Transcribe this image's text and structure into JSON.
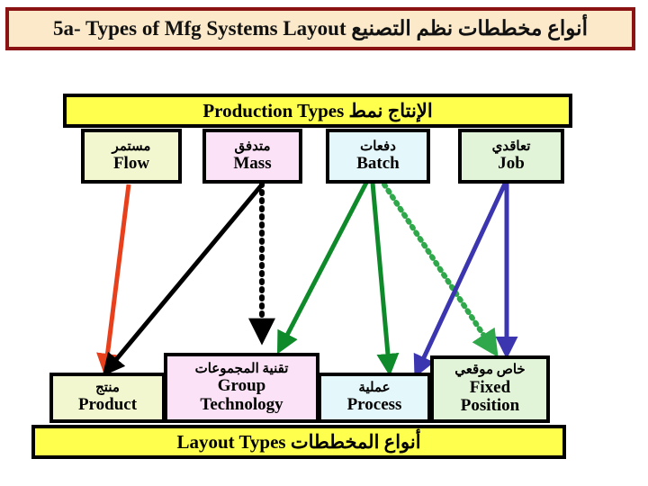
{
  "title": {
    "text": "5a- Types of Mfg Systems Layout أنواع مخططات نظم التصنيع",
    "background": "#fbe9ca",
    "border_color": "#8b1212"
  },
  "header_bar": {
    "text": "Production Types  الإنتاج    نمط",
    "background": "#ffff4d"
  },
  "footer_bar": {
    "text": "Layout Types أنواع المخططات",
    "background": "#ffff4d"
  },
  "production_types": [
    {
      "arabic": "مستمر",
      "english": "Flow",
      "color": "#f2f7d0"
    },
    {
      "arabic": "متدفق",
      "english": "Mass",
      "color": "#fbe2f6"
    },
    {
      "arabic": "دفعات",
      "english": "Batch",
      "color": "#e4f7fa"
    },
    {
      "arabic": "تعاقدي",
      "english": "Job",
      "color": "#e2f4d8"
    }
  ],
  "layout_types": [
    {
      "arabic": "منتج",
      "english": "Product",
      "color": "#f2f7d0"
    },
    {
      "arabic": "تقنية المجموعات",
      "english": "Group Technology",
      "color": "#fbe2f6"
    },
    {
      "arabic": "عملية",
      "english": "Process",
      "color": "#e4f7fa"
    },
    {
      "arabic": "خاص موقعي",
      "english": "Fixed Position",
      "color": "#e2f4d8"
    }
  ],
  "connections": [
    {
      "from": "Flow",
      "to": "Product",
      "color": "#e8401c",
      "style": "solid"
    },
    {
      "from": "Mass",
      "to": "Product",
      "color": "#000000",
      "style": "solid"
    },
    {
      "from": "Mass",
      "to": "Group Technology",
      "color": "#000000",
      "style": "dotted"
    },
    {
      "from": "Batch",
      "to": "Group Technology",
      "color": "#0f8a2b",
      "style": "solid"
    },
    {
      "from": "Batch",
      "to": "Process",
      "color": "#0f8a2b",
      "style": "solid"
    },
    {
      "from": "Batch",
      "to": "Fixed Position",
      "color": "#2ea84a",
      "style": "dotted"
    },
    {
      "from": "Job",
      "to": "Process",
      "color": "#3b36b0",
      "style": "solid"
    },
    {
      "from": "Job",
      "to": "Fixed Position",
      "color": "#3b36b0",
      "style": "solid"
    }
  ]
}
